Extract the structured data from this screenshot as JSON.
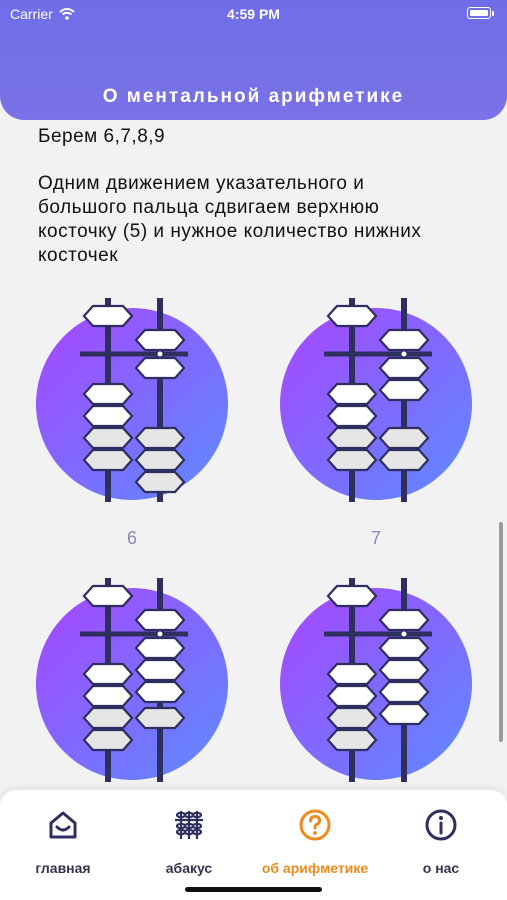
{
  "status_bar": {
    "carrier": "Carrier",
    "time": "4:59 PM"
  },
  "header": {
    "title": "О ментальной арифметике"
  },
  "content": {
    "paragraph1": "Берем 6,7,8,9",
    "paragraph2": "Одним движением указательного и большого пальца сдвигаем верхнюю косточку (5) и нужное количество нижних косточек",
    "cards": [
      {
        "label": "6",
        "value": 6,
        "icon": "abacus-6-image"
      },
      {
        "label": "7",
        "value": 7,
        "icon": "abacus-7-image"
      },
      {
        "label": "",
        "value": 8,
        "icon": "abacus-8-image"
      },
      {
        "label": "",
        "value": 9,
        "icon": "abacus-9-image"
      }
    ]
  },
  "tabbar": {
    "tabs": [
      {
        "label": "главная",
        "icon": "home-icon",
        "active": false
      },
      {
        "label": "абакус",
        "icon": "abacus-icon",
        "active": false
      },
      {
        "label": "об арифметике",
        "icon": "question-icon",
        "active": true
      },
      {
        "label": "о нас",
        "icon": "info-icon",
        "active": false
      }
    ]
  },
  "colors": {
    "header": "#6f6de8",
    "accent_active": "#f08a1e",
    "tab_label": "#33334d",
    "rod": "#2e2f5e",
    "bead_fill": "#ffffff",
    "bead_fill_lower": "#e6e6e6",
    "gradient_start": "#a845ff",
    "gradient_end": "#5b8cff"
  }
}
